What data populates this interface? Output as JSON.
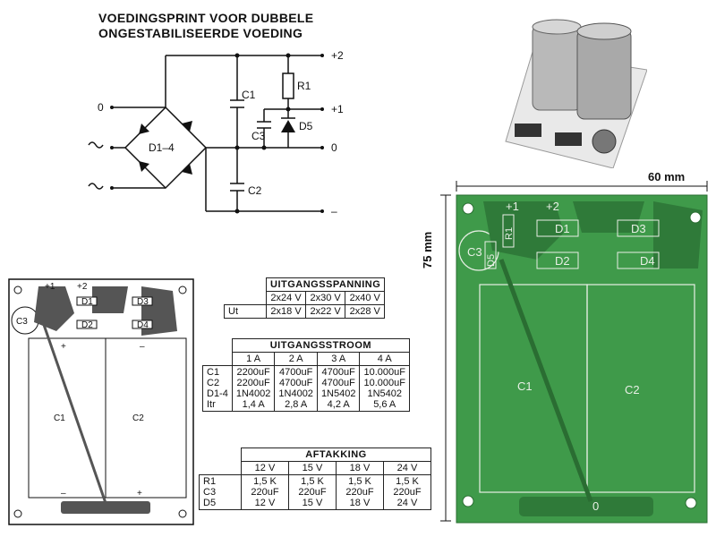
{
  "title": {
    "line1": "VOEDINGSPRINT VOOR DUBBELE",
    "line2": "ONGESTABILISEERDE VOEDING"
  },
  "schematic": {
    "terminals": [
      "0",
      "+2",
      "+1",
      "0",
      "–"
    ],
    "components": [
      "C1",
      "R1",
      "C3",
      "D5",
      "D1–4",
      "C2"
    ]
  },
  "pcb_small": {
    "labels": [
      "+1",
      "+2",
      "C3",
      "D1",
      "D2",
      "D3",
      "D4",
      "C1",
      "C2",
      "–",
      "+",
      "+",
      "–"
    ]
  },
  "table_voltage": {
    "header": "UITGANGSSPANNING",
    "row1": [
      "2x24 V",
      "2x30 V",
      "2x40 V"
    ],
    "row2_label": "Ut",
    "row2": [
      "2x18 V",
      "2x22 V",
      "2x28 V"
    ]
  },
  "table_current": {
    "header": "UITGANGSSTROOM",
    "columns": [
      "1 A",
      "2 A",
      "3 A",
      "4 A"
    ],
    "row_labels": [
      "C1",
      "C2",
      "D1-4",
      "Itr"
    ],
    "cells": [
      [
        "2200uF",
        "4700uF",
        "4700uF",
        "10.000uF"
      ],
      [
        "2200uF",
        "4700uF",
        "4700uF",
        "10.000uF"
      ],
      [
        "1N4002",
        "1N4002",
        "1N5402",
        "1N5402"
      ],
      [
        "1,4 A",
        "2,8 A",
        "4,2 A",
        "5,6 A"
      ]
    ]
  },
  "table_tap": {
    "header": "AFTAKKING",
    "columns": [
      "12 V",
      "15 V",
      "18 V",
      "24 V"
    ],
    "row_labels": [
      "R1",
      "C3",
      "D5"
    ],
    "cells": [
      [
        "1,5 K",
        "1,5 K",
        "1,5 K",
        "1,5 K"
      ],
      [
        "220uF",
        "220uF",
        "220uF",
        "220uF"
      ],
      [
        "12 V",
        "15 V",
        "18 V",
        "24 V"
      ]
    ]
  },
  "pcb_large": {
    "width_label": "60 mm",
    "height_label": "75 mm",
    "labels": [
      "+1",
      "+2",
      "R1",
      "D5",
      "C3",
      "D1",
      "D2",
      "D3",
      "D4",
      "C1",
      "C2",
      "0"
    ]
  },
  "colors": {
    "pcb_green": "#3f9a4a",
    "pcb_trace": "#2f7a39",
    "ink": "#111111"
  }
}
